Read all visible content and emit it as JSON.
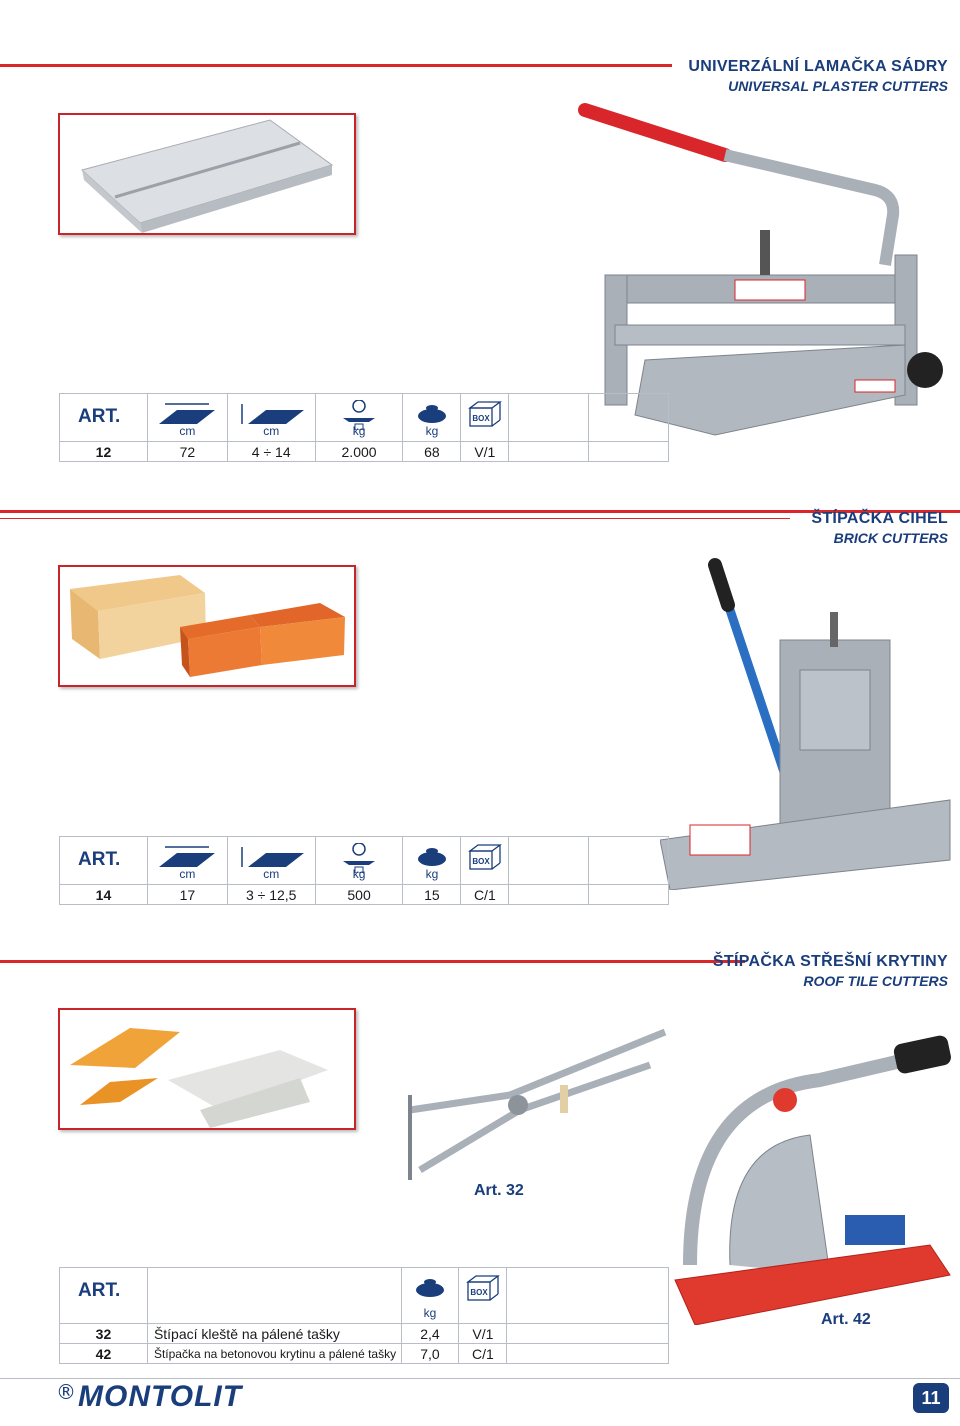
{
  "sections": {
    "plaster": {
      "title": "UNIVERZÁLNÍ LAMAČKA SÁDRY",
      "subtitle": "UNIVERSAL PLASTER CUTTERS",
      "table": {
        "art_label": "ART.",
        "units": [
          "cm",
          "cm",
          "kg",
          "kg"
        ],
        "box_label": "BOX",
        "row": [
          "12",
          "72",
          "4 ÷ 14",
          "2.000",
          "68",
          "V/1"
        ]
      }
    },
    "brick": {
      "title": "ŠTÍPAČKA CIHEL",
      "subtitle": "BRICK CUTTERS",
      "table": {
        "art_label": "ART.",
        "units": [
          "cm",
          "cm",
          "kg",
          "kg"
        ],
        "box_label": "BOX",
        "row": [
          "14",
          "17",
          "3 ÷ 12,5",
          "500",
          "15",
          "C/1"
        ]
      }
    },
    "roof": {
      "title": "ŠTÍPAČKA STŘEŠNÍ KRYTINY",
      "subtitle": "ROOF TILE CUTTERS",
      "caption_32": "Art. 32",
      "caption_42": "Art. 42",
      "table": {
        "art_label": "ART.",
        "unit_kg": "kg",
        "box_label": "BOX",
        "rows": [
          [
            "32",
            "Štípací kleště na pálené tašky",
            "2,4",
            "V/1"
          ],
          [
            "42",
            "Štípačka na betonovou krytinu a pálené tašky",
            "7,0",
            "C/1"
          ]
        ]
      }
    }
  },
  "footer": {
    "reg_mark": "®",
    "brand": "MONTOLIT",
    "page": "11"
  },
  "colors": {
    "brand_blue": "#1a3d7c",
    "accent_red": "#d8262b",
    "machine_grey": "#a9b0b8"
  }
}
